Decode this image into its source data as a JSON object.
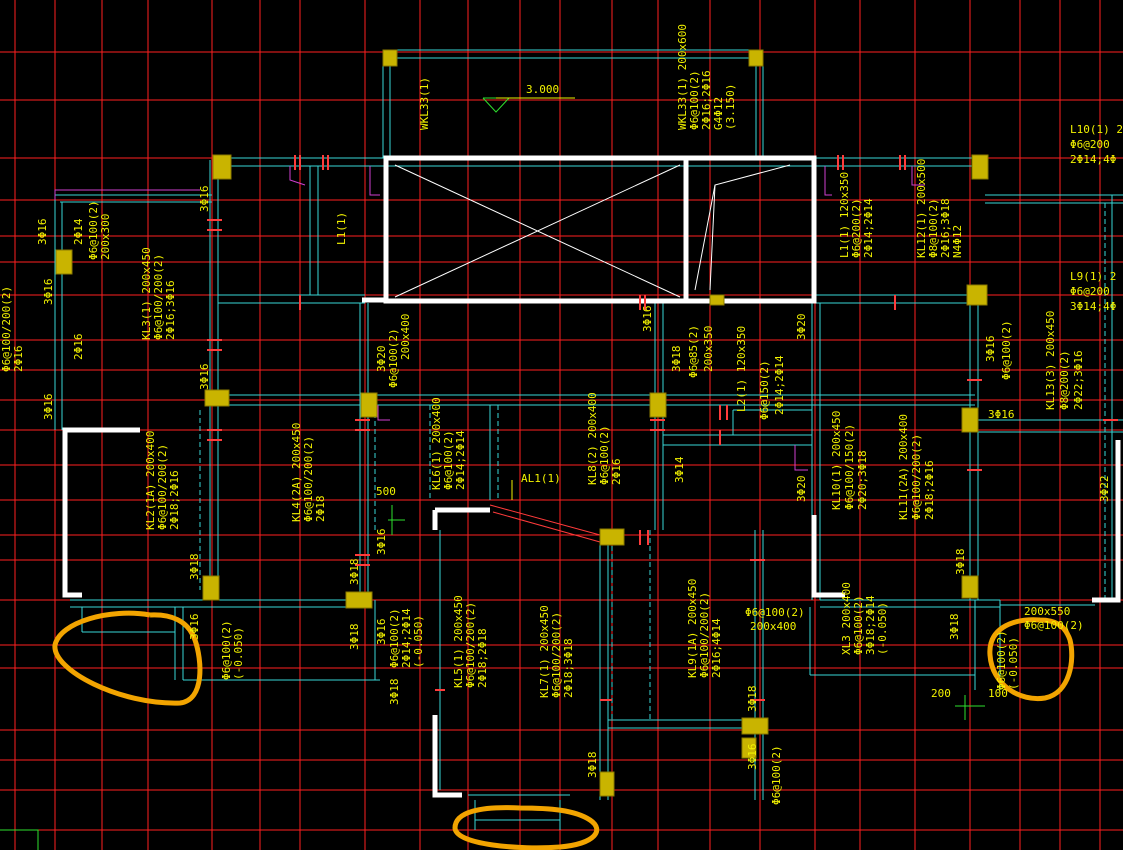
{
  "colors": {
    "background": "#000000",
    "grid": "#ff1f1f",
    "beam": "#39d6d6",
    "wall": "#ffffff",
    "column": "#c9b400",
    "text": "#f2f200",
    "highlight_annotation": "#f2a400"
  },
  "labels": {
    "elev_top": "3.000",
    "wkl33_left": "WKL33(1)",
    "wkl33_r1": "WKL33(1) 200x600",
    "wkl33_r2": "Φ6@100(2)",
    "wkl33_r3": "2Φ16;2Φ16",
    "wkl33_r4": "G4Φ12",
    "wkl33_r5": "(3.150)",
    "l10_1": "L10(1) 2",
    "l10_2": "Φ6@200",
    "l10_3": "2Φ14;4Φ",
    "l9_1": "L9(1) 2",
    "l9_2": "Φ6@200",
    "l9_3": "3Φ14;4Φ",
    "l1_vert": "L1(1)",
    "l1b_1": "L1(1) 120x350",
    "l1b_2": "Φ6@200(2)",
    "l1b_3": "2Φ14;2Φ14",
    "kl12_1": "KL12(1) 200x500",
    "kl12_2": "Φ8@100(2)",
    "kl12_3": "2Φ16;3Φ18",
    "kl12_4": "N4Φ12",
    "tl_1": "2Φ14",
    "tl_2": "Φ6@100(2)",
    "tl_3": "200x300",
    "kl3_1": "KL3(1) 200x450",
    "kl3_2": "Φ6@100/200(2)",
    "kl3_3": "2Φ16;3Φ16",
    "far_left_1": "Φ6@100/200(2)",
    "far_left_2": "2Φ16",
    "left_2phi16": "2Φ16",
    "mid_3phi20": "3Φ20",
    "mid_phi6": "Φ6@100(2)",
    "mid_200x400": "200x400",
    "c_3phi18": "3Φ18",
    "c_phi6_85": "Φ6@85(2)",
    "c_200x350": "200x350",
    "l2_1": "L2(1) 120x350",
    "l2_2": "Φ6@150(2)",
    "l2_3": "2Φ14;2Φ14",
    "r_3phi20": "3Φ20",
    "r_3phi16": "3Φ16",
    "r_phi6": "Φ6@100(2)",
    "kl13_1": "KL13(3) 200x450",
    "kl13_2": "Φ8@200(2)",
    "kl13_3": "2Φ22;3Φ16",
    "r2_3phi16": "3Φ16",
    "kl2_1": "KL2(1A) 200x400",
    "kl2_2": "Φ6@100/200(2)",
    "kl2_3": "2Φ18;2Φ16",
    "kl4_1": "KL4(2A) 200x450",
    "kl4_2": "Φ6@100/200(2)",
    "kl4_3": "2Φ18",
    "kl6_1": "KL6(1) 200x400",
    "kl6_2": "Φ6@100(2)",
    "kl6_3": "2Φ14;2Φ14",
    "kl8_1": "KL8(2) 200x400",
    "kl8_2": "Φ6@100(2)",
    "kl8_3": "2Φ16",
    "al1": "AL1(1)",
    "dim_500": "500",
    "c2_3phi14": "3Φ14",
    "c2_3phi20": "3Φ20",
    "kl10_1": "KL10(1) 200x450",
    "kl10_2": "Φ6@100/150(2)",
    "kl10_3": "2Φ20;3Φ18",
    "kl11_1": "KL11(2A) 200x400",
    "kl11_2": "Φ6@100/200(2)",
    "kl11_3": "2Φ18;2Φ16",
    "r_3phi22": "3Φ22",
    "l_3phi16": "3Φ16",
    "l_3phi16_b": "3Φ16",
    "l_3phi16_c": "3Φ16",
    "l_3phi16_d": "3Φ16",
    "l_3phi18_a": "3Φ18",
    "l_3phi18_b": "3Φ18",
    "l_3phi18_c": "3Φ18",
    "l_3phi16_e": "3Φ16",
    "b_phi6_1": "Φ6@100(2)",
    "b_phi6_2": "(-0.050)",
    "bm_3phi18": "3Φ18",
    "bm_3phi16": "3Φ16",
    "bm_phi6_1": "Φ6@100(2)",
    "bm_phi6_2": "2Φ14;2Φ14",
    "bm_phi6_3": "(-0.050)",
    "kl5_1": "KL5(1) 200x450",
    "kl5_2": "Φ6@100/200(2)",
    "kl5_3": "2Φ18;2Φ18",
    "kl7_1": "KL7(1) 200x450",
    "kl7_2": "Φ6@100/200(2)",
    "kl7_3": "2Φ18;3Φ18",
    "b_3phi18": "3Φ18",
    "kl9_1": "KL9(1A) 200x450",
    "kl9_2": "Φ6@100/200(2)",
    "kl9_3": "2Φ16;4Φ14",
    "mid_phi6_a": "Φ6@100(2)",
    "mid_200x400_b": "200x400",
    "b2_3phi18": "3Φ18",
    "b2_3phi16": "3Φ16",
    "b2_phi6": "Φ6@100(2)",
    "xl3_1": "XL3 200x400",
    "xl3_2": "Φ6@100(2)",
    "xl3_3": "3Φ18;2Φ14",
    "xl3_4": "(-0.050)",
    "xr_3phi18": "3Φ18",
    "xr_3phi18_b": "3Φ18",
    "xr_200x550": "200x550",
    "xr_phi6": "Φ6@100(2)",
    "xr_v1": "Φ6@100(2)",
    "xr_v2": "(-0.050)",
    "dim_200": "200",
    "dim_100": "100"
  }
}
